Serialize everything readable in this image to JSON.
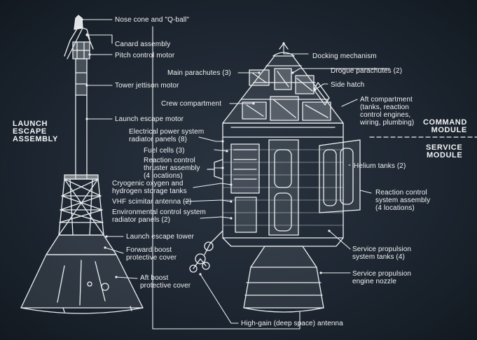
{
  "sections": {
    "launch_escape_assembly": [
      "LAUNCH",
      "ESCAPE",
      "ASSEMBLY"
    ],
    "command_module": [
      "COMMAND",
      "MODULE"
    ],
    "service_module": [
      "SERVICE",
      "MODULE"
    ]
  },
  "labels": {
    "nose_cone": "Nose cone and \"Q-ball\"",
    "canard": "Canard assembly",
    "pitch_motor": "Pitch control motor",
    "tower_jettison": "Tower jettison motor",
    "launch_escape_motor": "Launch escape motor",
    "docking": "Docking mechanism",
    "main_parachutes": "Main parachutes (3)",
    "drogue": "Drogue parachutes (2)",
    "side_hatch": "Side hatch",
    "crew_compartment": "Crew compartment",
    "aft_compartment": [
      "Aft compartment",
      "(tanks, reaction",
      "control engines,",
      "wiring, plumbing)"
    ],
    "eps_radiator": [
      "Electrical power system",
      "radiator panels (8)"
    ],
    "fuel_cells": "Fuel cells (3)",
    "rcs_thruster": [
      "Reaction control",
      "thruster assembly",
      "(4 locations)"
    ],
    "cryogenic": [
      "Cryogenic oxygen and",
      "hydrogen storage tanks"
    ],
    "helium": "Helium tanks (2)",
    "vhf": "VHF scimitar antenna (2)",
    "rcs_system": [
      "Reaction control",
      "system assembly",
      "(4 locations)"
    ],
    "ecs_radiator": [
      "Environmental control system",
      "radiator panels (2)"
    ],
    "launch_escape_tower": "Launch escape tower",
    "forward_cover": [
      "Forward boost",
      "protective cover"
    ],
    "sps_tanks": [
      "Service propulsion",
      "system tanks (4)"
    ],
    "aft_cover": [
      "Aft boost",
      "protective cover"
    ],
    "sps_nozzle": [
      "Service propulsion",
      "engine nozzle"
    ],
    "high_gain": "High-gain (deep space) antenna"
  },
  "colors": {
    "background": "#1b2531",
    "ink": "#f2f2f2"
  }
}
